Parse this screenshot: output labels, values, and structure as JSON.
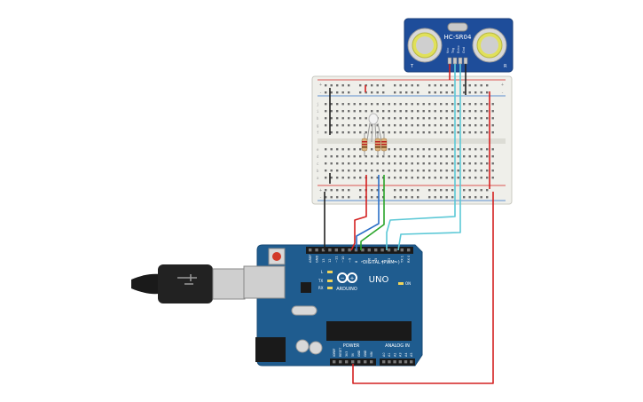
{
  "sensor": {
    "name": "HC-SR04",
    "left_mark": "T",
    "right_mark": "R",
    "pins": [
      "Vcc",
      "Trig",
      "Echo",
      "Gnd"
    ]
  },
  "arduino": {
    "brand": "ARDUINO",
    "model": "UNO",
    "reset_label": "RESET",
    "digital_header_label": "DIGITAL (PWM~)",
    "power_label": "POWER",
    "analog_label": "ANALOG IN",
    "tx_label": "TX",
    "rx_label": "RX",
    "l_label": "L",
    "on_label": "ON",
    "digital_pins": [
      "AREF",
      "GND",
      "13",
      "12",
      "~11",
      "~10",
      "~9",
      "8",
      "7",
      "~6",
      "~5",
      "4",
      "~3",
      "2",
      "TX 1",
      "RX 0"
    ],
    "power_pins": [
      "IOREF",
      "RESET",
      "3V3",
      "5V",
      "GND",
      "GND",
      "VIN"
    ],
    "analog_pins": [
      "A0",
      "A1",
      "A2",
      "A3",
      "A4",
      "A5"
    ]
  },
  "breadboard": {
    "row_letters_top": [
      "j",
      "i",
      "h",
      "g",
      "f"
    ],
    "row_letters_bottom": [
      "e",
      "d",
      "c",
      "b",
      "a"
    ],
    "rail_plus": "+",
    "rail_minus": "-"
  },
  "colors": {
    "board_blue": "#1f5c8f",
    "sensor_blue": "#1e4d9a",
    "wire_red": "#d42020",
    "wire_black": "#222222",
    "wire_green": "#2aa52a",
    "wire_blue": "#2b6fc7",
    "wire_cyan": "#5bc8d6"
  }
}
